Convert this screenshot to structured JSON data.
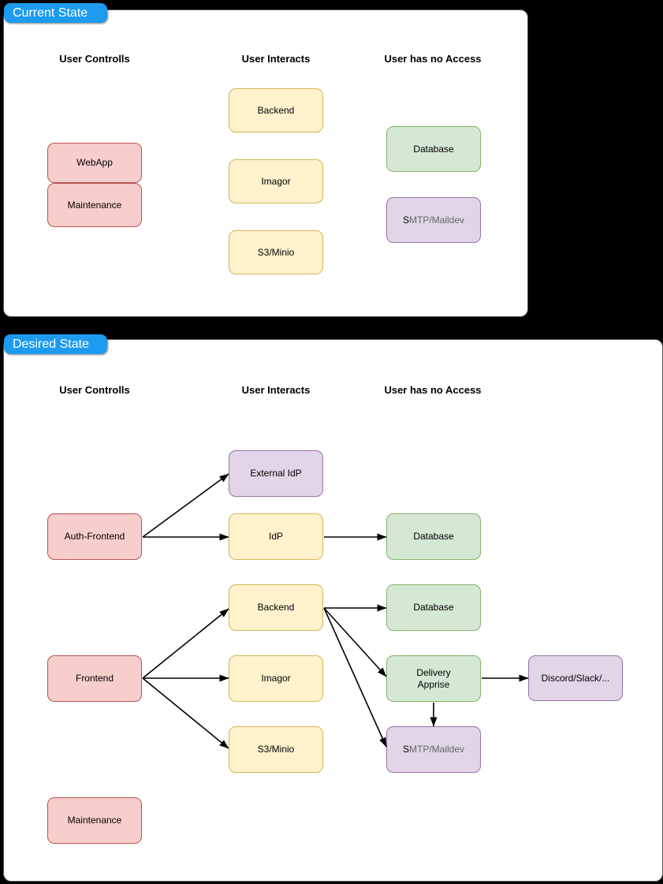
{
  "background": "#000000",
  "palette": {
    "red_fill": "#f8cecc",
    "red_stroke": "#b85450",
    "yellow_fill": "#fff2cc",
    "yellow_stroke": "#d6b656",
    "green_fill": "#d5e8d4",
    "green_stroke": "#82b366",
    "purple_fill": "#e1d5e7",
    "purple_stroke": "#9673a6",
    "tab_fill": "#1d9bf0",
    "tab_text": "#ffffff",
    "panel_fill": "#ffffff",
    "panel_stroke": "#595959",
    "arrow": "#000000",
    "muted_text": "#666666"
  },
  "current_state": {
    "tab_label": "Current State",
    "headers": {
      "controls": "User Controlls",
      "interacts": "User Interacts",
      "no_access": "User has no Access"
    },
    "nodes": {
      "webapp": "WebApp",
      "maintenance": "Maintenance",
      "backend": "Backend",
      "imagor": "Imagor",
      "s3minio": "S3/Minio",
      "database": "Database",
      "smtp_first": "S",
      "smtp_rest": "MTP/Maildev"
    }
  },
  "desired_state": {
    "tab_label": "Desired State",
    "headers": {
      "controls": "User Controlls",
      "interacts": "User Interacts",
      "no_access": "User has no Access"
    },
    "nodes": {
      "auth_frontend": "Auth-Frontend",
      "frontend": "Frontend",
      "maintenance": "Maintenance",
      "external_idp": "External IdP",
      "idp": "IdP",
      "backend": "Backend",
      "imagor": "Imagor",
      "s3minio": "S3/Minio",
      "database_idp": "Database",
      "database_backend": "Database",
      "delivery_line1": "Delivery",
      "delivery_line2": "Apprise",
      "smtp_first": "S",
      "smtp_rest": "MTP/Maildev",
      "discord": "Discord/Slack/..."
    },
    "edges": [
      {
        "from": "Auth-Frontend",
        "to": "External IdP"
      },
      {
        "from": "Auth-Frontend",
        "to": "IdP"
      },
      {
        "from": "IdP",
        "to": "Database"
      },
      {
        "from": "Frontend",
        "to": "Backend"
      },
      {
        "from": "Frontend",
        "to": "Imagor"
      },
      {
        "from": "Frontend",
        "to": "S3/Minio"
      },
      {
        "from": "Backend",
        "to": "Database"
      },
      {
        "from": "Backend",
        "to": "Delivery Apprise"
      },
      {
        "from": "Backend",
        "to": "SMTP/Maildev"
      },
      {
        "from": "Delivery Apprise",
        "to": "Discord/Slack/..."
      },
      {
        "from": "Delivery Apprise",
        "to": "SMTP/Maildev"
      }
    ]
  }
}
